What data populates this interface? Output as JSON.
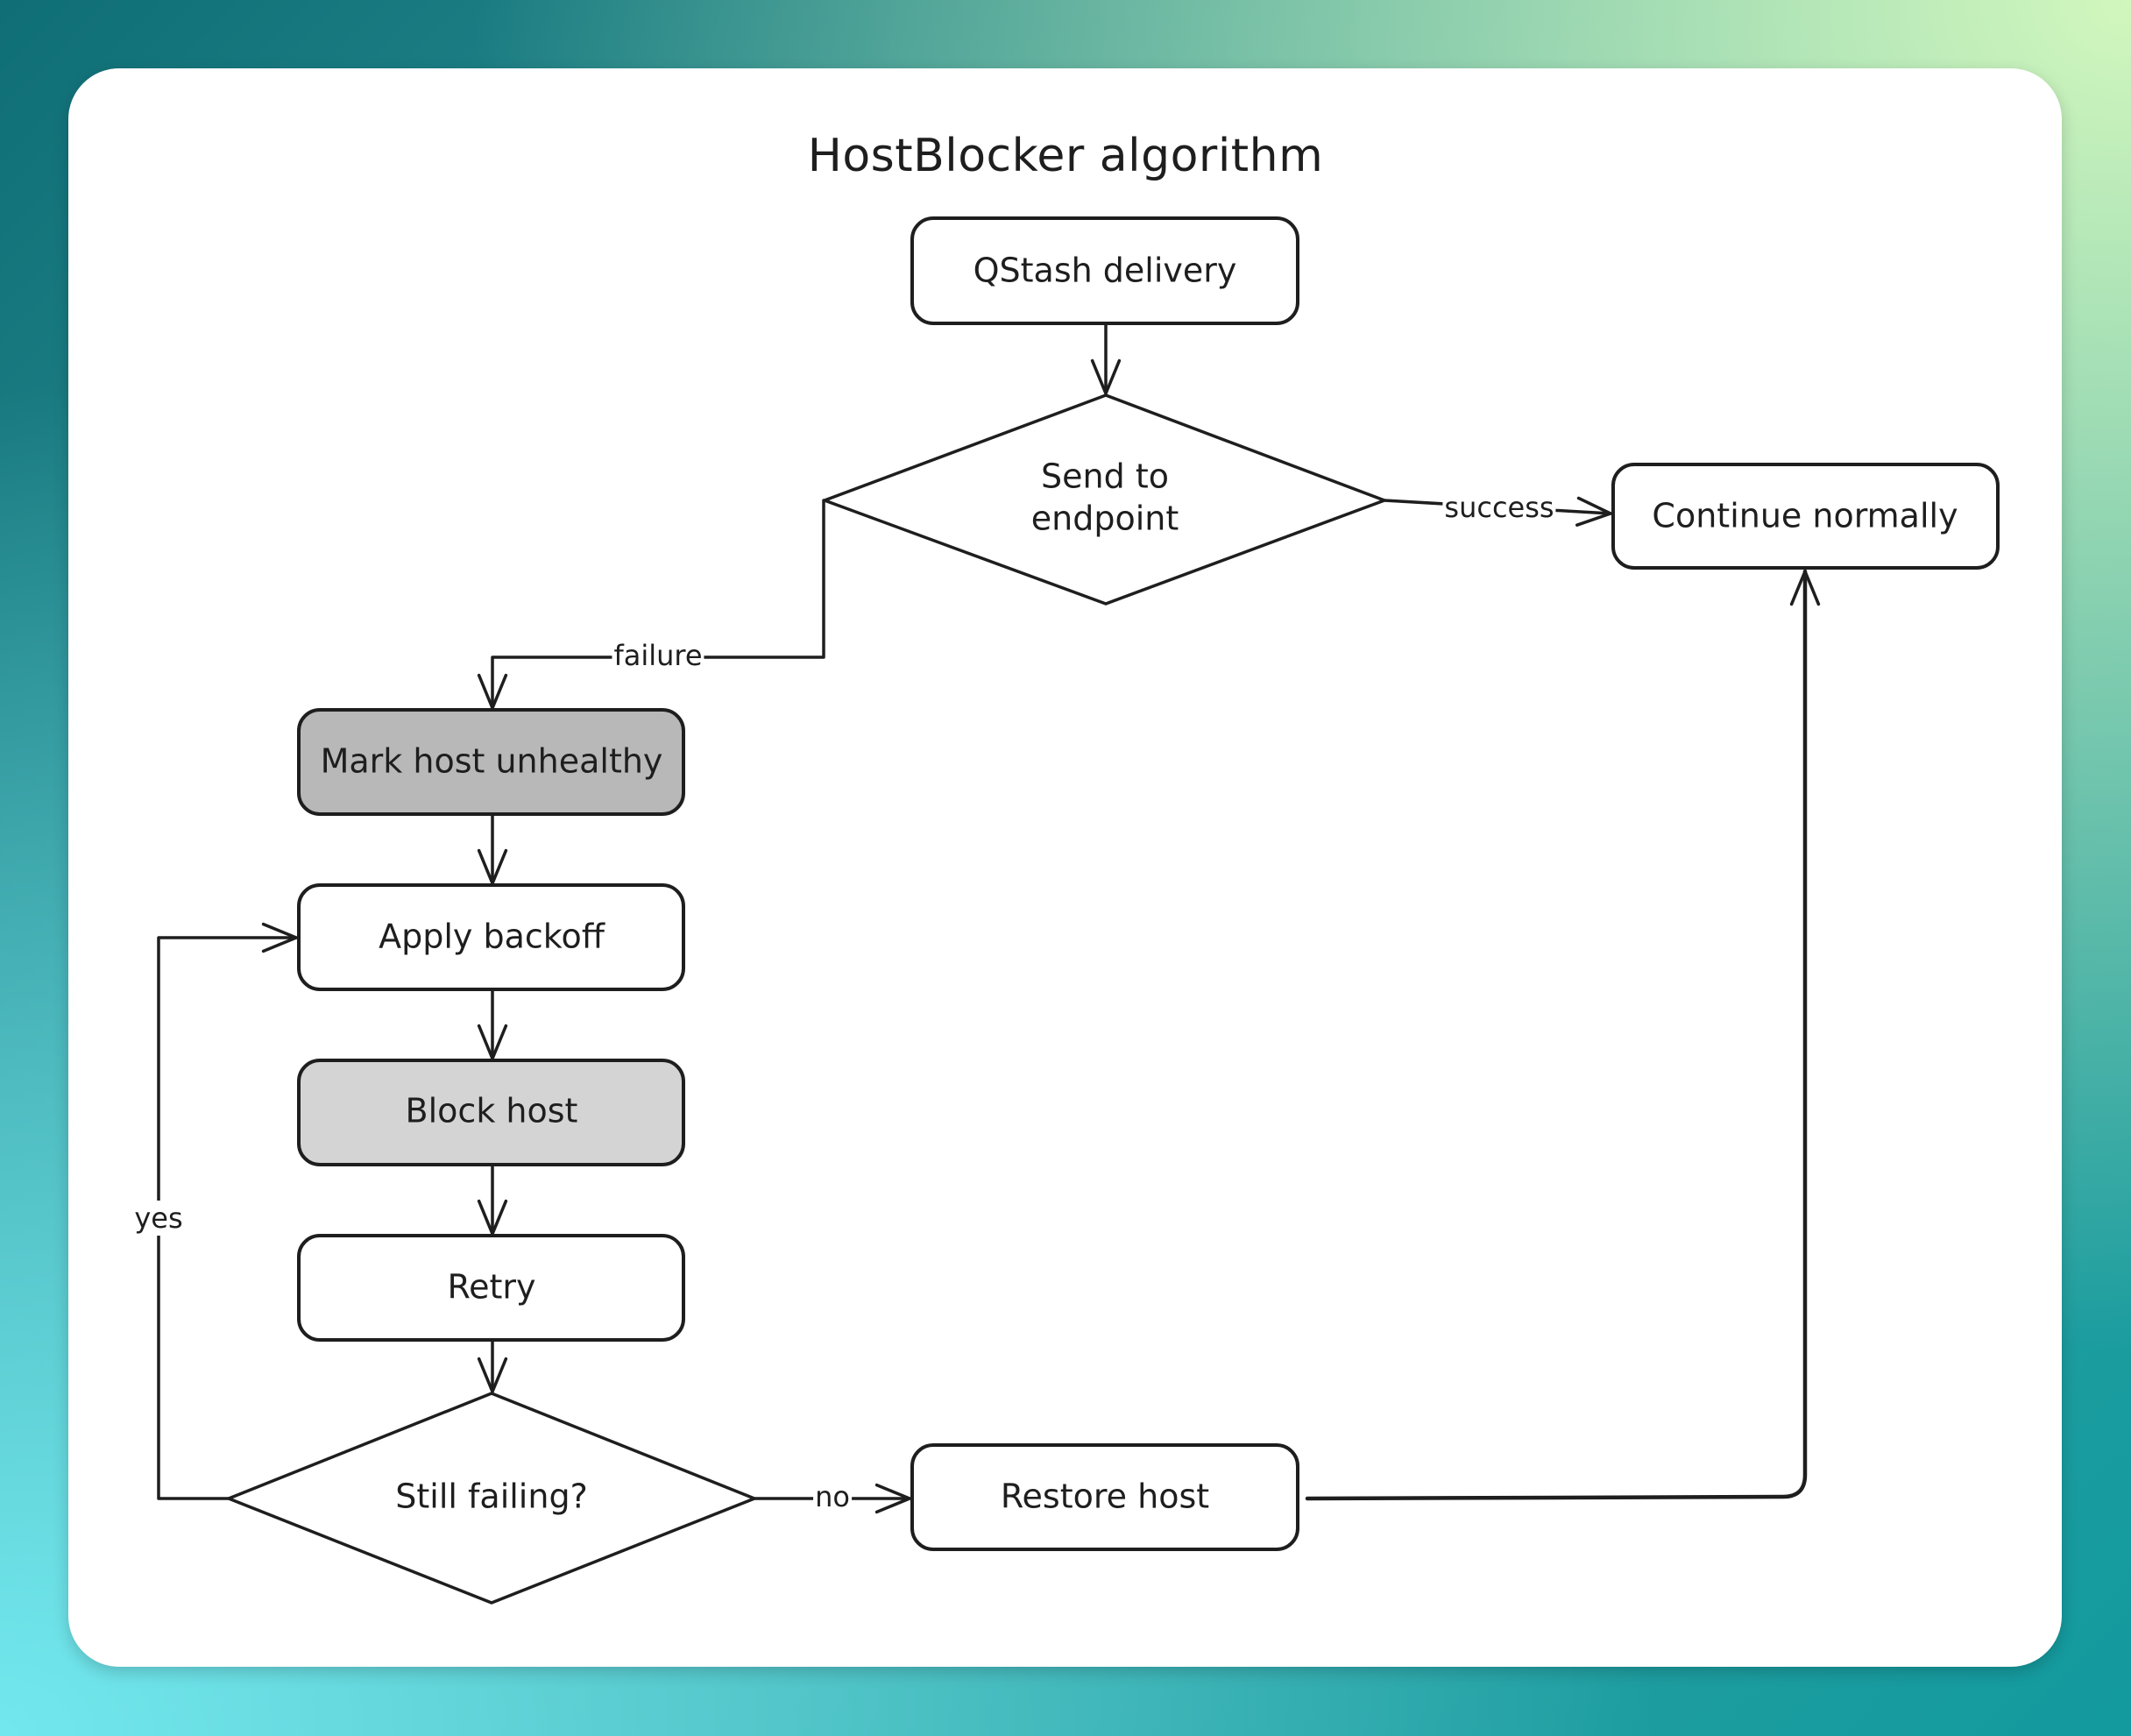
{
  "title": "HostBlocker algorithm",
  "colors": {
    "stroke": "#1e1e1e",
    "node_fill": "#ffffff",
    "mark_unhealthy_fill": "#b8b8b8",
    "block_host_fill": "#d4d4d4",
    "card": "#ffffff"
  },
  "nodes": [
    {
      "id": "qstash",
      "shape": "rounded-rect",
      "label": "QStash delivery"
    },
    {
      "id": "send",
      "shape": "diamond",
      "label_lines": [
        "Send to",
        "endpoint"
      ]
    },
    {
      "id": "continue",
      "shape": "rounded-rect",
      "label": "Continue normally"
    },
    {
      "id": "mark",
      "shape": "rounded-rect",
      "label": "Mark host unhealthy",
      "filled": true
    },
    {
      "id": "backoff",
      "shape": "rounded-rect",
      "label": "Apply backoff"
    },
    {
      "id": "block",
      "shape": "rounded-rect",
      "label": "Block host",
      "filled": true
    },
    {
      "id": "retry",
      "shape": "rounded-rect",
      "label": "Retry"
    },
    {
      "id": "still",
      "shape": "diamond",
      "label": "Still failing?"
    },
    {
      "id": "restore",
      "shape": "rounded-rect",
      "label": "Restore host"
    }
  ],
  "edges": [
    {
      "from": "qstash",
      "to": "send",
      "label": ""
    },
    {
      "from": "send",
      "to": "continue",
      "label": "success"
    },
    {
      "from": "send",
      "to": "mark",
      "label": "failure"
    },
    {
      "from": "mark",
      "to": "backoff",
      "label": ""
    },
    {
      "from": "backoff",
      "to": "block",
      "label": ""
    },
    {
      "from": "block",
      "to": "retry",
      "label": ""
    },
    {
      "from": "retry",
      "to": "still",
      "label": ""
    },
    {
      "from": "still",
      "to": "backoff",
      "label": "yes"
    },
    {
      "from": "still",
      "to": "restore",
      "label": "no"
    },
    {
      "from": "restore",
      "to": "continue",
      "label": ""
    }
  ]
}
